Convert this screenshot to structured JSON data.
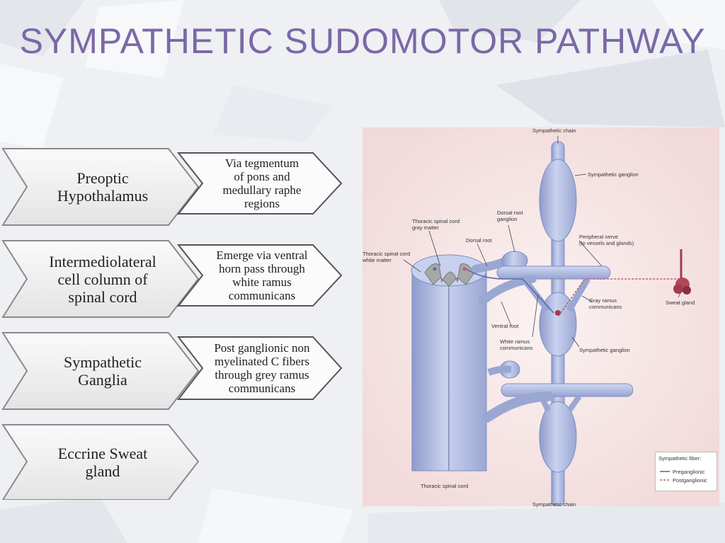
{
  "title": "SYMPATHETIC SUDOMOTOR PATHWAY",
  "steps": [
    {
      "left": "Preoptic\nHypothalamus",
      "right": "Via tegmentum\nof pons and\nmedullary raphe\nregions"
    },
    {
      "left": "Intermediolateral\ncell column of\nspinal cord",
      "right": "Emerge via ventral\nhorn pass through\nwhite ramus\ncommunicans"
    },
    {
      "left": "Sympathetic\nGanglia",
      "right": "Post ganglionic non\nmyelinated C fibers\nthrough grey ramus\ncommunicans"
    },
    {
      "left": "Eccrine Sweat\ngland",
      "right": ""
    }
  ],
  "diagram": {
    "labels": {
      "sympathetic_chain_top": "Sympathetic chain",
      "sympathetic_ganglion_top": "Sympathetic ganglion",
      "dorsal_root_ganglion": "Dorsal root\nganglion",
      "thoracic_gray_matter": "Thoracic spinal cord\ngray matter",
      "dorsal_root": "Dorsal root",
      "peripheral_nerve": "Peripheral nerve\n(to vessels and glands)",
      "thoracic_white_matter": "Thoracic spinal cord\nwhite matter",
      "sweat_gland": "Sweat gland",
      "gray_ramus": "Gray ramus\ncommunicans",
      "ventral_root": "Ventral root",
      "white_ramus": "White ramus\ncommunicans",
      "sympathetic_ganglion_mid": "Sympathetic ganglion",
      "thoracic_spinal_cord": "Thoracic spinal cord",
      "sympathetic_chain_bottom": "Sympathetic chain"
    },
    "legend": {
      "title": "Sympathetic fiber:",
      "preganglionic": "Preganglionic",
      "postganglionic": "Postganglionic"
    }
  },
  "colors": {
    "title": "#7b68a6",
    "diagram_bg": "#f4dede",
    "structure_fill": "#b9c4e4",
    "structure_stroke": "#7d8cc0",
    "sweat_gland": "#a33b4c",
    "preganglionic": "#5a6aa6",
    "postganglionic": "#c65a6a"
  }
}
